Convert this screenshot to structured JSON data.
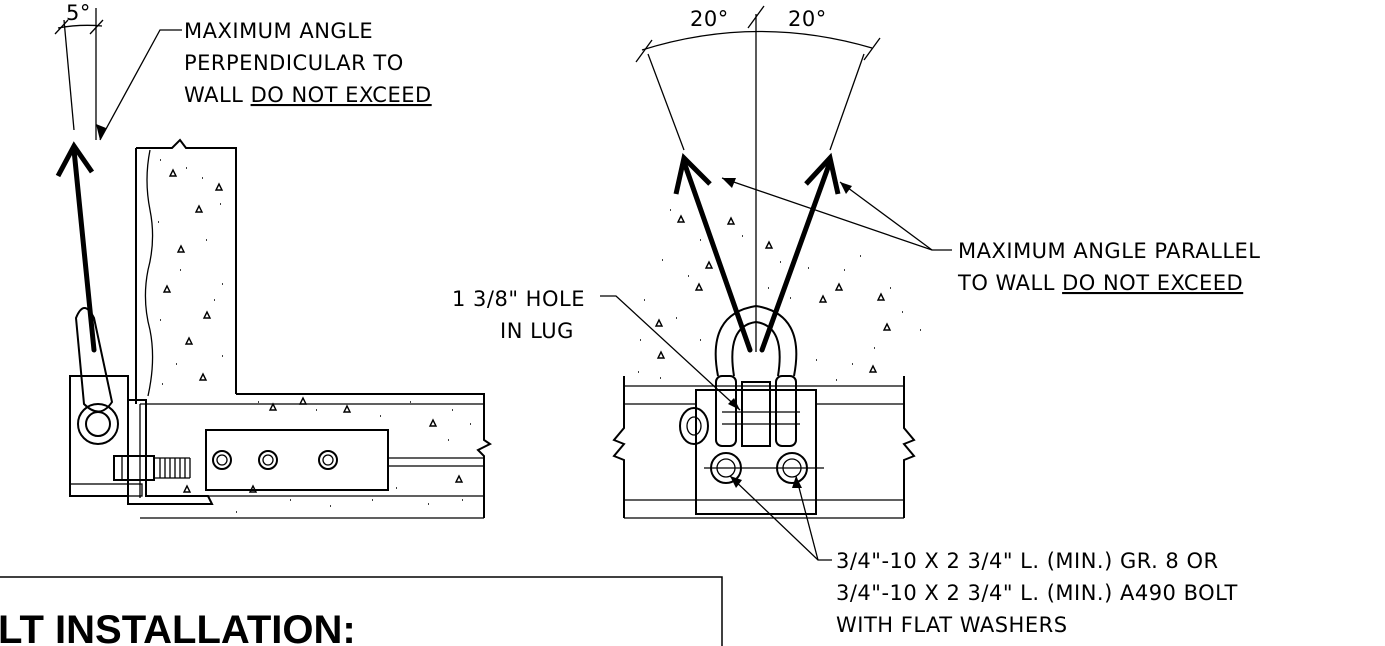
{
  "left_view": {
    "angle_label": "5°",
    "note_lines": [
      "MAXIMUM ANGLE",
      "PERPENDICULAR TO",
      "WALL "
    ],
    "note_emphasis": "DO NOT EXCEED"
  },
  "right_view": {
    "angle_left_label": "20°",
    "angle_right_label": "20°",
    "parallel_note_lines": [
      "MAXIMUM ANGLE PARALLEL",
      "TO WALL "
    ],
    "parallel_note_emphasis": "DO NOT EXCEED",
    "hole_note_lines": [
      "1 3/8\" HOLE",
      "IN LUG"
    ],
    "bolt_note_lines": [
      "3/4\"-10 X 2 3/4\" L. (MIN.) GR. 8 OR",
      "3/4\"-10 X 2 3/4\" L. (MIN.) A490 BOLT",
      "WITH FLAT WASHERS"
    ]
  },
  "footer": {
    "heading": "LT INSTALLATION:"
  }
}
